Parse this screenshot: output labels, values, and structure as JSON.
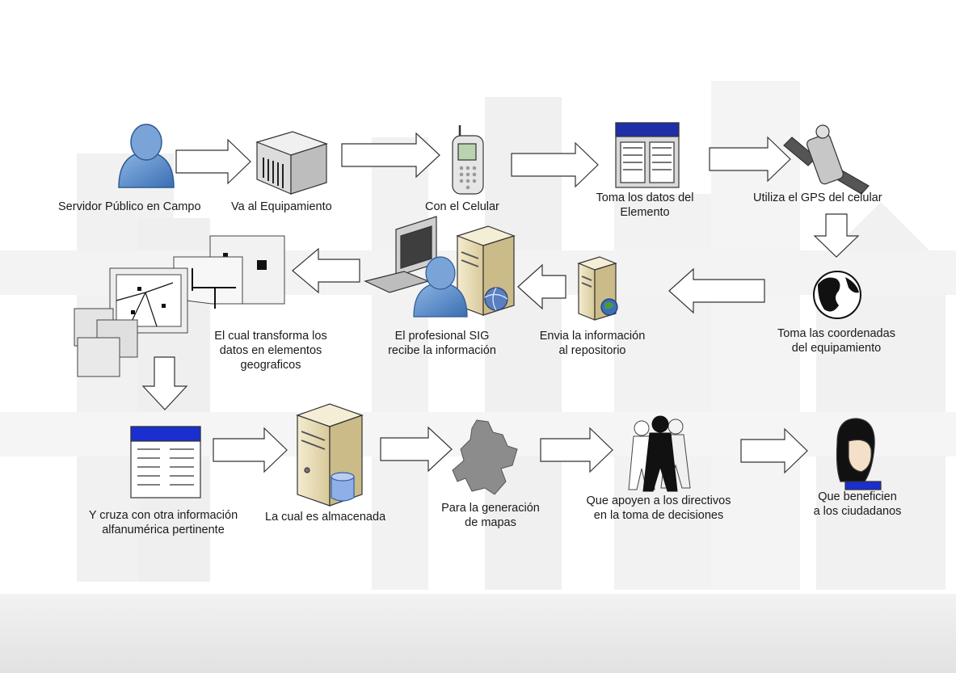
{
  "steps": {
    "servidor": "Servidor Público en Campo",
    "equipamiento": "Va al Equipamiento",
    "celular": "Con el Celular",
    "toma_datos": [
      "Toma los datos del",
      "Elemento"
    ],
    "gps": "Utiliza el GPS del celular",
    "coordenadas": [
      "Toma las coordenadas",
      "del equipamiento"
    ],
    "envia": [
      "Envia la información",
      "al repositorio"
    ],
    "profesional": [
      "El profesional SIG",
      "recibe la información"
    ],
    "transforma": [
      "El cual transforma los",
      "datos en elementos",
      "geograficos"
    ],
    "cruza": [
      "Y cruza con otra información",
      "alfanumérica pertinente"
    ],
    "almacenada": "La cual es almacenada",
    "mapas": [
      "Para la generación",
      "de mapas"
    ],
    "directivos": [
      "Que apoyen a los directivos",
      "en la toma de decisiones"
    ],
    "ciudadanos": [
      "Que beneficien",
      "a los ciudadanos"
    ]
  },
  "icons": [
    "user-icon",
    "building-icon",
    "cellphone-icon",
    "datasheet-icon",
    "satellite-icon",
    "globe-icon",
    "server-icon",
    "workstation-icon",
    "map-layers-icon",
    "table-icon",
    "database-server-icon",
    "colombia-map-icon",
    "people-icon",
    "citizen-icon"
  ],
  "colors": {
    "user_blue": "#5b8fc9",
    "header_blue": "#1a2fd0",
    "server_beige": "#e7dcb6"
  }
}
